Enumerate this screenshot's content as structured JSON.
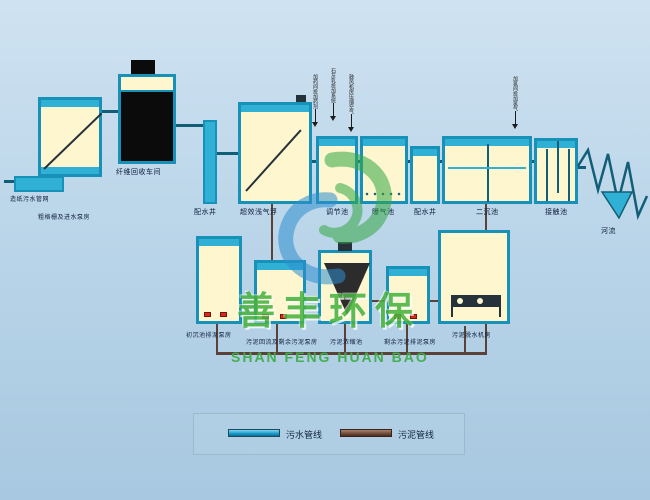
{
  "watermark": {
    "cn": "善丰环保",
    "en": "SHAN FENG HUAN BAO"
  },
  "units": [
    {
      "id": "paper-sewer",
      "label": "造纸污水管网"
    },
    {
      "id": "coarse-screen-pump",
      "label": "粗格栅及进水泵房"
    },
    {
      "id": "fiber-recovery",
      "label": "纤维回收车间"
    },
    {
      "id": "dist-well-1",
      "label": "配水井"
    },
    {
      "id": "air-flotation",
      "label": "超效浅气浮"
    },
    {
      "id": "regulating-tank",
      "label": "调节池"
    },
    {
      "id": "aeration-tank",
      "label": "曝气池"
    },
    {
      "id": "dist-well-2",
      "label": "配水井"
    },
    {
      "id": "secondary-clarifier",
      "label": "二沉池"
    },
    {
      "id": "contact-tank",
      "label": "接触池"
    },
    {
      "id": "river",
      "label": "河流"
    },
    {
      "id": "primary-sludge-pump",
      "label": "初沉池排泥泵房"
    },
    {
      "id": "return-sludge-pump",
      "label": "污泥回流及剩余污泥泵房"
    },
    {
      "id": "sludge-thickener",
      "label": "污泥浓缩池"
    },
    {
      "id": "excess-sludge-pump",
      "label": "剩余污泥排泥泵房"
    },
    {
      "id": "dewatering-house",
      "label": "污泥脱水机房"
    }
  ],
  "dosing": [
    "加药间投加药剂",
    "石灰乳投加系统",
    "鼓风机房压缩空气",
    "加氯间投加氯气"
  ],
  "legend": {
    "sewage": "污水管线",
    "sludge": "污泥管线"
  },
  "colors": {
    "background": "#bdd7ea",
    "tank_wall": "#1791b8",
    "tank_fill": "#fdf6cf",
    "water": "#2fb0d4",
    "sewage_line": "#135e77",
    "sludge_line": "#5a4238",
    "pump_red": "#d42a1e",
    "logo_green": "#3fae49",
    "logo_blue": "#2e8fd0"
  }
}
